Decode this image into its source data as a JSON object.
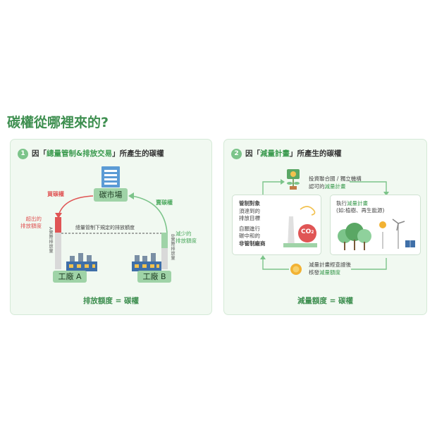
{
  "main_title": "碳權從哪裡來的?",
  "panel1": {
    "number": "1",
    "title_pre": "因「",
    "title_highlight": "總量管制&排放交易",
    "title_post": "」所產生的碳權",
    "market_label": "碳市場",
    "buy_label": "買碳權",
    "sell_label": "賣碳權",
    "exceed_label": "超出的\n排放額度",
    "reduce_label": "減少的\n排放額度",
    "cap_label": "總量管制下規定的排放額度",
    "a_actual": "A實際排放量",
    "b_actual": "B實際排放量",
    "factory_a": "工廠 A",
    "factory_b": "工廠 B",
    "footer": "排放額度 = 碳權"
  },
  "panel2": {
    "number": "2",
    "title_pre": "因「",
    "title_highlight": "減量計畫",
    "title_post": "」所產生的碳權",
    "invest_line1": "投資聯合國 / 獨立機構",
    "invest_line2_pre": "認可的",
    "invest_line2_hl": "減量計畫",
    "left_bold": "管制對象",
    "left_1": "須達到的",
    "left_2": "排放目標",
    "left_3": "自願進行",
    "left_4": "碳中和的",
    "left_bold2": "非管制廠商",
    "co2_label": "CO",
    "co2_sub": "2",
    "right_pre": "執行",
    "right_hl": "減量計畫",
    "right_sub": "(如:植樹、再生能源)",
    "bottom_line1": "減量計畫經查證後",
    "bottom_line2_pre": "核發",
    "bottom_line2_hl": "減量額度",
    "footer": "減量額度 = 碳權"
  },
  "colors": {
    "accent_green": "#3e8f50",
    "light_green": "#9fd3a7",
    "red": "#e05555"
  }
}
